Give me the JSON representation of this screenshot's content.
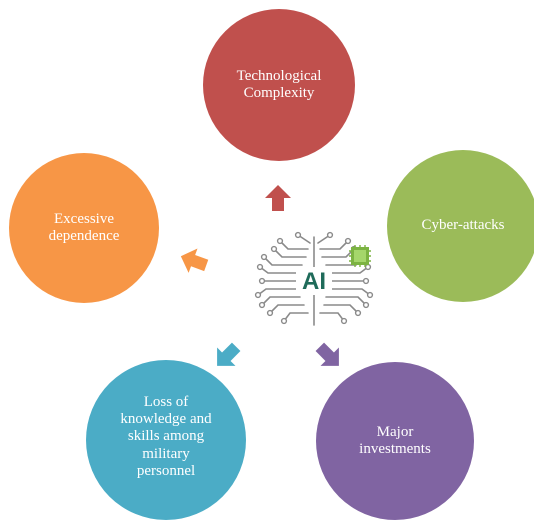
{
  "diagram": {
    "center": {
      "label": "AI",
      "icon": "ai-brain-circuit-icon"
    },
    "nodes": [
      {
        "id": "tech",
        "label": "Technological\nComplexity",
        "color": "#c0504d"
      },
      {
        "id": "cyber",
        "label": "Cyber-attacks",
        "color": "#9bbb59"
      },
      {
        "id": "invest",
        "label": "Major\ninvestments",
        "color": "#8064a2"
      },
      {
        "id": "loss",
        "label": "Loss of\nknowledge and\nskills among\nmilitary\npersonnel",
        "color": "#4bacc6"
      },
      {
        "id": "excess",
        "label": "Excessive\ndependence",
        "color": "#f79646"
      }
    ],
    "arrows": [
      {
        "target": "tech",
        "color": "#c0504d"
      },
      {
        "target": "invest",
        "color": "#8064a2"
      },
      {
        "target": "loss",
        "color": "#4bacc6"
      },
      {
        "target": "excess",
        "color": "#f79646"
      }
    ],
    "colors": {
      "brain_circuit": "#8a8a8a",
      "ai_text": "#1f6b5a",
      "chip_green": "#7cb342"
    }
  }
}
